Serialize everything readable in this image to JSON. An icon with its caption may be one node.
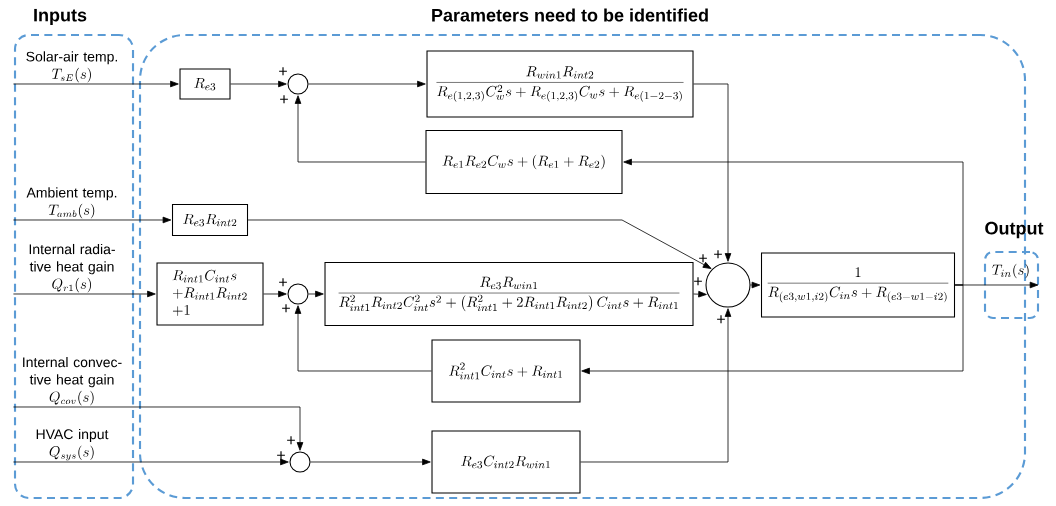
{
  "diagram": {
    "nodes": [
      {
        "text": [
          "Inputs"
        ]
      },
      {
        "text": [
          "Solar-air temp.",
          "T_{sE}(s)"
        ],
        "in": 0
      },
      {
        "text": [
          "Ambient temp.",
          "T_{amb}(s)"
        ],
        "in": 0
      },
      {
        "text": [
          "Internal radia-tive heat gain",
          "Q_{r1}(s)"
        ],
        "in": 0
      },
      {
        "text": [
          "Internal convec-tive heat gain",
          "Q_{cov}(s)"
        ],
        "in": 0
      },
      {
        "text": [
          "HVAC input",
          "Q_{sys}(s)"
        ],
        "in": 0
      },
      {
        "text": [
          "Parameters need to be identified"
        ]
      },
      {
        "text": [
          "R_{e3}"
        ],
        "in": 6
      },
      {
        "text": [],
        "shape": "circle",
        "in": 6
      },
      {
        "text": [
          "\\frac{R_{win1}R_{int2}}{R_{e(1,2,3)}C_w^2s+R_{e(1,2,3)}C_ws+R_{e(1-2-3)}}"
        ],
        "in": 6
      },
      {
        "text": [
          "R_{e1}R_{e2}C_ws+(R_{e1}+R_{e2})"
        ],
        "in": 6
      },
      {
        "text": [
          "R_{e3}R_{int2}"
        ],
        "in": 6
      },
      {
        "text": [
          "\\begin{array}{l}R_{int1}C_{int}s\\\\+R_{int1}R_{int2}\\\\+1\\end{array}"
        ],
        "in": 6
      },
      {
        "text": [],
        "shape": "circle",
        "in": 6
      },
      {
        "text": [
          "\\frac{R_{e3}R_{win1}}{R_{int1}^2R_{int2}C_{int}^2s^2+\\left(R_{int1}^2+2R_{int1}R_{int2}\\right)C_{int}s+R_{int1}}"
        ],
        "in": 6
      },
      {
        "text": [
          "R_{int1}^2C_{int}s+R_{int1}"
        ],
        "in": 6
      },
      {
        "text": [],
        "shape": "circle",
        "in": 6
      },
      {
        "text": [
          "R_{e3}C_{int2}R_{win1}"
        ],
        "in": 6
      },
      {
        "text": [],
        "shape": "circle",
        "in": 6
      },
      {
        "text": [
          "\\frac{1}{R_{(e3,w1,i2)}C_{in}s+R_{(e3-w1-i2)}}"
        ],
        "in": 6
      },
      {
        "text": [
          "Output",
          "T_{in}(s)"
        ]
      }
    ],
    "edges": [
      {
        "from": 1,
        "to": 7,
        "arrow": "to"
      },
      {
        "from": 7,
        "to": 8,
        "arrow": "to"
      },
      {
        "from": 8,
        "to": 9,
        "arrow": "to"
      },
      {
        "from": 10,
        "to": 8,
        "arrow": "to"
      },
      {
        "from": 9,
        "to": 18,
        "arrow": "to"
      },
      {
        "from": 2,
        "to": 11,
        "arrow": "to"
      },
      {
        "from": 11,
        "to": 18,
        "arrow": "to"
      },
      {
        "from": 3,
        "to": 12,
        "arrow": "to"
      },
      {
        "from": 12,
        "to": 13,
        "arrow": "to"
      },
      {
        "from": 13,
        "to": 14,
        "arrow": "to"
      },
      {
        "from": 15,
        "to": 13,
        "arrow": "to"
      },
      {
        "from": 14,
        "to": 18,
        "arrow": "to"
      },
      {
        "from": 4,
        "to": 16,
        "arrow": "to"
      },
      {
        "from": 5,
        "to": 16,
        "arrow": "to"
      },
      {
        "from": 16,
        "to": 17,
        "arrow": "to"
      },
      {
        "from": 17,
        "to": 18,
        "arrow": "to"
      },
      {
        "from": 18,
        "to": 19,
        "arrow": "to"
      },
      {
        "from": 19,
        "to": 20,
        "arrow": "to"
      },
      {
        "from": 19,
        "to": 10,
        "arrow": "to"
      },
      {
        "from": 19,
        "to": 15,
        "arrow": "to"
      }
    ],
    "labels": [
      "+",
      "+",
      "+",
      "+",
      "+",
      "+",
      "+",
      "+",
      "+",
      "+"
    ]
  }
}
